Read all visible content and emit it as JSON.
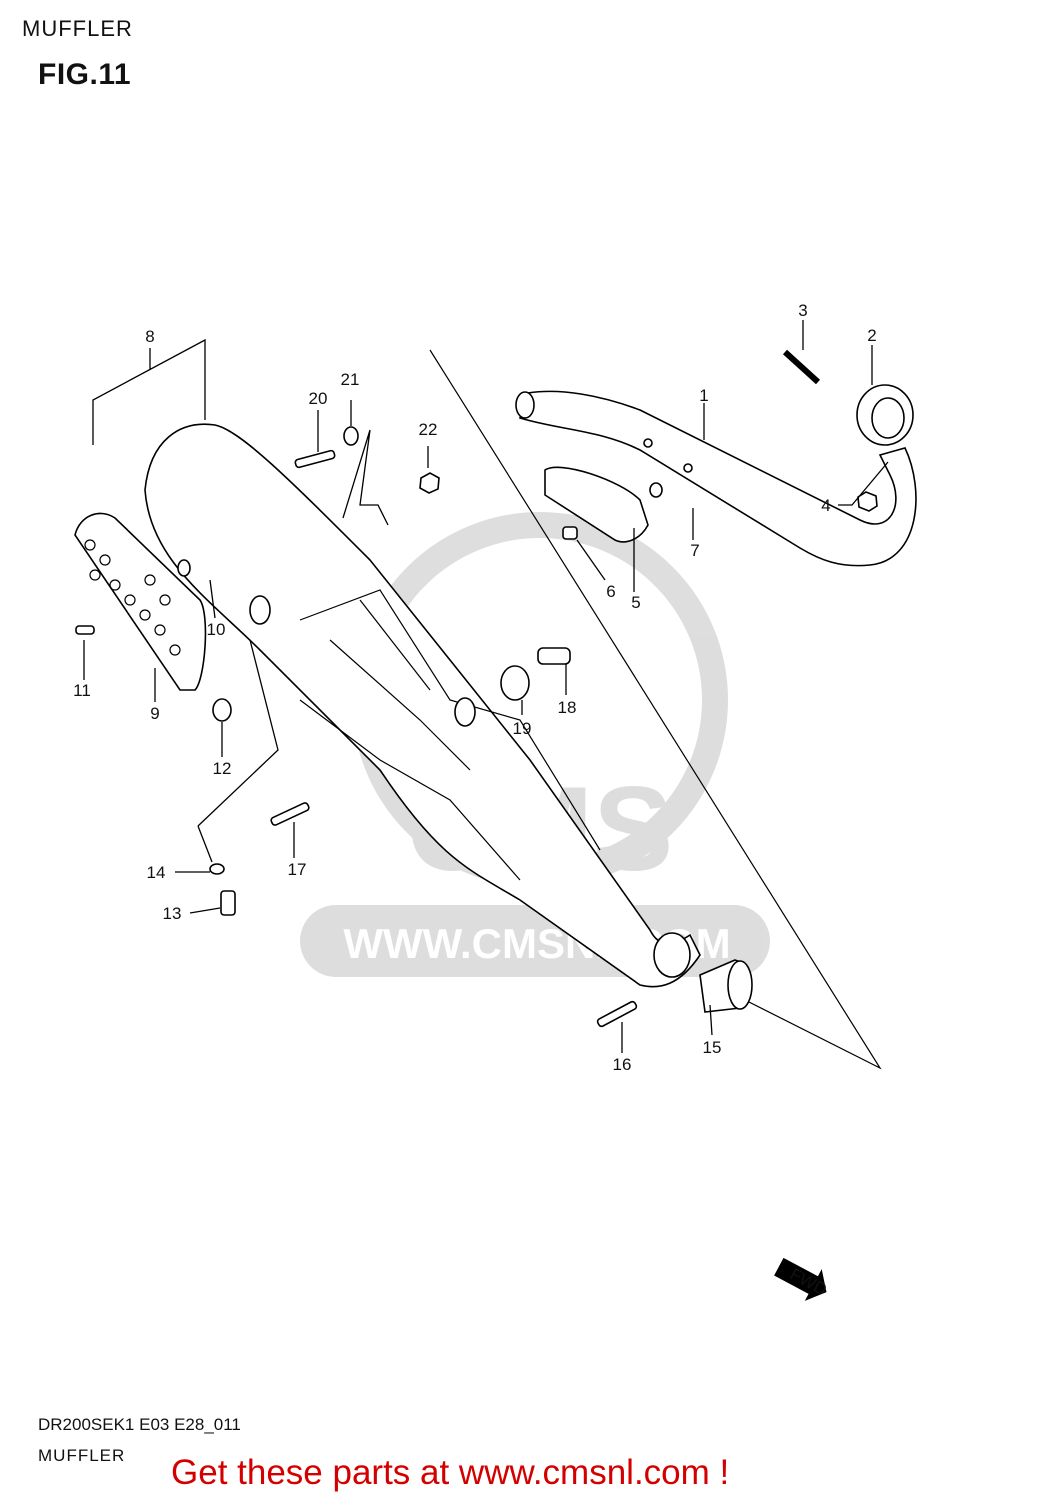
{
  "header": {
    "section": "MUFFLER",
    "figure": "FIG.11"
  },
  "footer": {
    "model_code": "DR200SEK1 E03 E28_011",
    "section": "MUFFLER",
    "promo": "Get these parts at www.cmsnl.com !"
  },
  "watermark": {
    "logo_text": "CMS",
    "url": "WWW.CMSNL.COM"
  },
  "fwd_label": "FWD",
  "callouts": {
    "c1": "1",
    "c2": "2",
    "c3": "3",
    "c4": "4",
    "c5": "5",
    "c6": "6",
    "c7": "7",
    "c8": "8",
    "c9": "9",
    "c10": "10",
    "c11": "11",
    "c12": "12",
    "c13": "13",
    "c14": "14",
    "c15": "15",
    "c16": "16",
    "c17": "17",
    "c18": "18",
    "c19": "19",
    "c20": "20",
    "c21": "21",
    "c22": "22"
  }
}
